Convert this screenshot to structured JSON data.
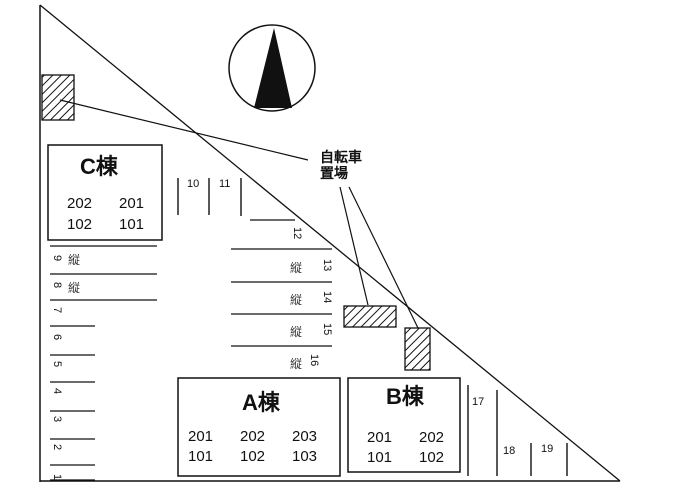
{
  "compass": {
    "icon": "north-arrow-icon"
  },
  "bicycle_parking": {
    "label_line1": "自転車",
    "label_line2": "置場"
  },
  "buildings": {
    "C": {
      "title": "C棟",
      "rooms_top": [
        "202",
        "201"
      ],
      "rooms_bottom": [
        "102",
        "101"
      ]
    },
    "A": {
      "title": "A棟",
      "rooms_top": [
        "201",
        "202",
        "203"
      ],
      "rooms_bottom": [
        "101",
        "102",
        "103"
      ]
    },
    "B": {
      "title": "B棟",
      "rooms_top": [
        "201",
        "202"
      ],
      "rooms_bottom": [
        "101",
        "102"
      ]
    }
  },
  "parking": {
    "left": [
      "1",
      "2",
      "3",
      "4",
      "5",
      "6",
      "7",
      "8",
      "9"
    ],
    "top": [
      "10",
      "11"
    ],
    "right": [
      "12",
      "13",
      "14",
      "15",
      "16"
    ],
    "bottom_right": [
      "17",
      "18",
      "19"
    ],
    "vertical_mark": "縦"
  }
}
